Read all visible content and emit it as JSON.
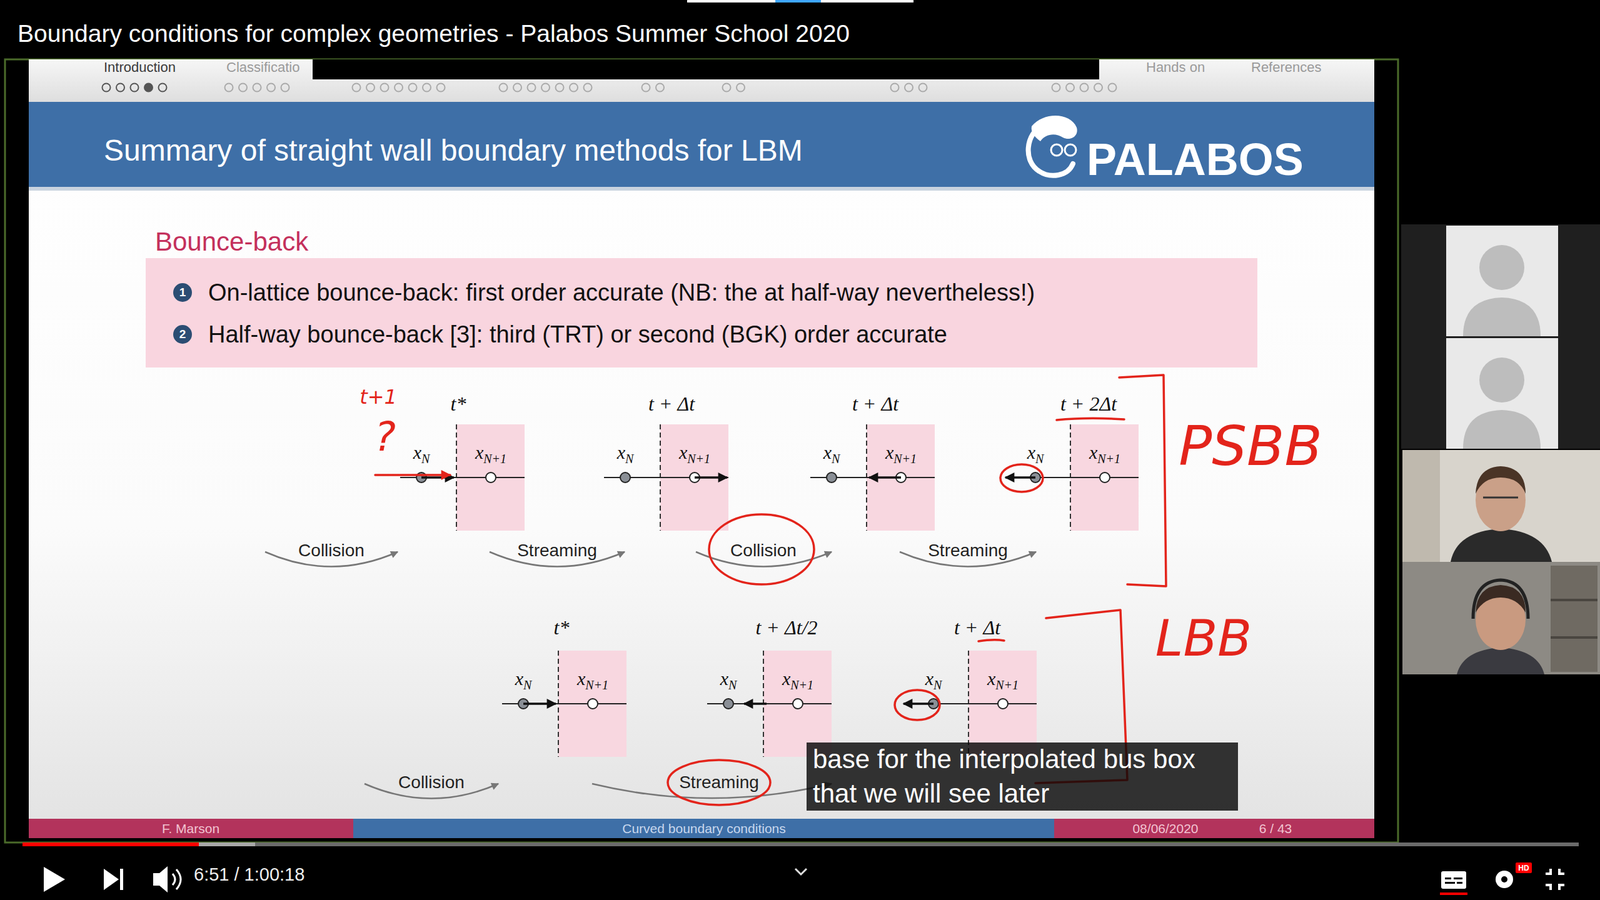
{
  "diagram": {
    "title": "Boundary conditions for complex geometries - Palabos Summer School 2020",
    "nodes": [
      {
        "text": [
          "Summary of straight wall boundary methods for LBM",
          "PALABOS"
        ]
      },
      {
        "text": [
          "Bounce-back",
          "On-lattice bounce-back: first order accurate (NB: the at half-way nevertheless!)",
          "Half-way bounce-back [3]: third (TRT) or second (BGK) order accurate"
        ]
      },
      {
        "text": [
          "xN+1"
        ]
      },
      {
        "text": [
          "xN+1"
        ]
      },
      {
        "text": [
          "xN+1"
        ]
      },
      {
        "text": [
          "xN+1"
        ]
      },
      {
        "text": [
          "xN+1"
        ]
      },
      {
        "text": [
          "xN+1"
        ]
      },
      {
        "text": [
          "xN+1"
        ]
      },
      {
        "text": [
          "base for the interpolated bus box that we will see later"
        ]
      },
      {
        "text": [
          "F. Marson"
        ]
      },
      {
        "text": [
          "Curved boundary conditions"
        ]
      },
      {
        "text": [
          "08/06/2020",
          "6 / 43"
        ]
      }
    ],
    "labels": [
      "Introduction",
      "Classificatio",
      "Hands on",
      "References",
      "1",
      "2",
      "t+1",
      "t*",
      "t + Δt",
      "t + Δt",
      "t + 2Δt",
      "?",
      "xN",
      "xN",
      "xN",
      "xN",
      "PSBB",
      "Collision",
      "Streaming",
      "Collision",
      "Streaming",
      "t*",
      "t + Δt/2",
      "t + Δt",
      "LBB",
      "xN",
      "xN",
      "xN",
      "Collision",
      "Streaming",
      "6:51 / 1:00:18",
      "HD"
    ]
  }
}
